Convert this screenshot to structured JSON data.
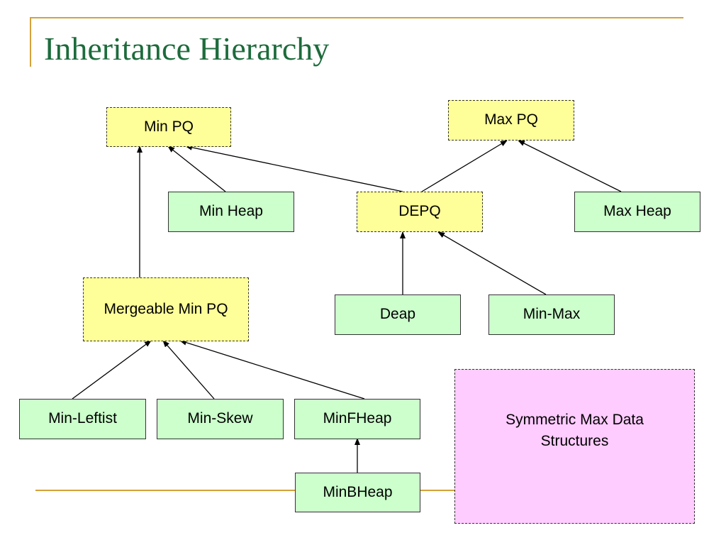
{
  "title": "Inheritance Hierarchy",
  "nodes": {
    "min_pq": "Min PQ",
    "max_pq": "Max PQ",
    "min_heap": "Min Heap",
    "depq": "DEPQ",
    "max_heap": "Max Heap",
    "mergeable_min_pq": "Mergeable Min PQ",
    "deap": "Deap",
    "min_max": "Min-Max",
    "min_leftist": "Min-Leftist",
    "min_skew": "Min-Skew",
    "minfheap": "MinFHeap",
    "minbheap": "MinBHeap",
    "symmetric_max": "Symmetric Max Data Structures"
  },
  "edges": [
    {
      "from": "Min Heap",
      "to": "Min PQ"
    },
    {
      "from": "DEPQ",
      "to": "Min PQ"
    },
    {
      "from": "DEPQ",
      "to": "Max PQ"
    },
    {
      "from": "Max Heap",
      "to": "Max PQ"
    },
    {
      "from": "Mergeable Min PQ",
      "to": "Min PQ"
    },
    {
      "from": "Deap",
      "to": "DEPQ"
    },
    {
      "from": "Min-Max",
      "to": "DEPQ"
    },
    {
      "from": "Min-Leftist",
      "to": "Mergeable Min PQ"
    },
    {
      "from": "Min-Skew",
      "to": "Mergeable Min PQ"
    },
    {
      "from": "MinFHeap",
      "to": "Mergeable Min PQ"
    },
    {
      "from": "MinBHeap",
      "to": "MinFHeap"
    }
  ],
  "colors": {
    "title": "#1d6b3c",
    "accent_line": "#d4a23a",
    "abstract_fill": "#ffff99",
    "concrete_fill": "#ccffcc",
    "special_fill": "#ffccff"
  }
}
